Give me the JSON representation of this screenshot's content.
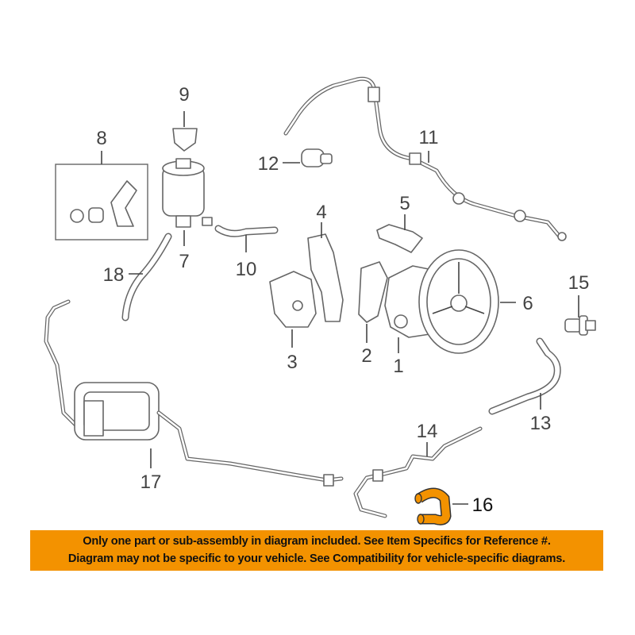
{
  "diagram": {
    "callouts": {
      "c1": "1",
      "c2": "2",
      "c3": "3",
      "c4": "4",
      "c5": "5",
      "c6": "6",
      "c7": "7",
      "c8": "8",
      "c9": "9",
      "c10": "10",
      "c11": "11",
      "c12": "12",
      "c13": "13",
      "c14": "14",
      "c15": "15",
      "c16": "16",
      "c17": "17",
      "c18": "18"
    },
    "highlighted_part": "16",
    "highlight_color": "#f39200",
    "line_color": "#666666"
  },
  "banner": {
    "line1": "Only one part or sub-assembly in diagram included. See Item Specifics for Reference #.",
    "line2": "Diagram may not be specific to your vehicle. See Compatibility for vehicle-specific diagrams.",
    "background": "#f39200"
  }
}
